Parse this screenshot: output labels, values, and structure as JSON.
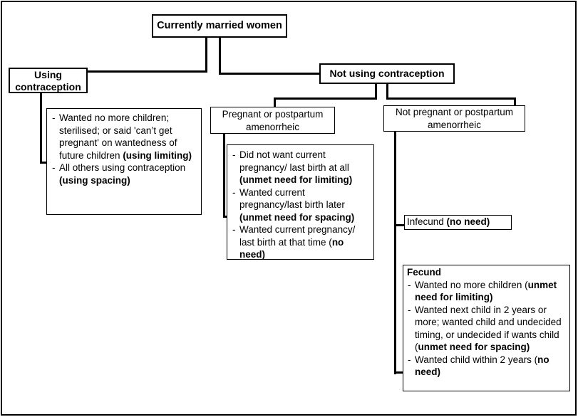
{
  "colors": {
    "ink": "#000000",
    "background": "#ffffff"
  },
  "bullet": "-",
  "root": {
    "label": "Currently married women"
  },
  "using": {
    "label": "Using contraception"
  },
  "not_using": {
    "label": "Not using contraception"
  },
  "pregnant": {
    "label": "Pregnant or postpartum amenorrheic"
  },
  "not_pregnant": {
    "label": "Not pregnant or postpartum amenorrheic"
  },
  "using_detail": {
    "items": [
      {
        "parts": [
          {
            "text": "Wanted no more children; sterilised; or said 'can’t get pregnant' on wantedness of future children ",
            "bold": false
          },
          {
            "text": "(using limiting)",
            "bold": true
          }
        ]
      },
      {
        "parts": [
          {
            "text": "All others using contraception ",
            "bold": false
          },
          {
            "text": "(using spacing)",
            "bold": true
          }
        ]
      }
    ]
  },
  "pregnant_detail": {
    "items": [
      {
        "parts": [
          {
            "text": "Did not want current pregnancy/ last birth at all ",
            "bold": false
          },
          {
            "text": "(unmet need for limiting)",
            "bold": true
          }
        ]
      },
      {
        "parts": [
          {
            "text": "Wanted current pregnancy/last birth later ",
            "bold": false
          },
          {
            "text": "(unmet need for spacing)",
            "bold": true
          }
        ]
      },
      {
        "parts": [
          {
            "text": "Wanted current pregnancy/ last birth at that time (",
            "bold": false
          },
          {
            "text": "no need)",
            "bold": true
          }
        ]
      }
    ]
  },
  "infecund": {
    "parts": [
      {
        "text": "Infecund ",
        "bold": false
      },
      {
        "text": "(no need)",
        "bold": true
      }
    ]
  },
  "fecund": {
    "title": "Fecund",
    "items": [
      {
        "parts": [
          {
            "text": "Wanted no more children (",
            "bold": false
          },
          {
            "text": "unmet need for limiting)",
            "bold": true
          }
        ]
      },
      {
        "parts": [
          {
            "text": "Wanted next child in 2 years or more; wanted child and undecided timing, or undecided if wants child (",
            "bold": false
          },
          {
            "text": "unmet need for spacing)",
            "bold": true
          }
        ]
      },
      {
        "parts": [
          {
            "text": "Wanted child within 2 years (",
            "bold": false
          },
          {
            "text": "no need)",
            "bold": true
          }
        ]
      }
    ]
  }
}
